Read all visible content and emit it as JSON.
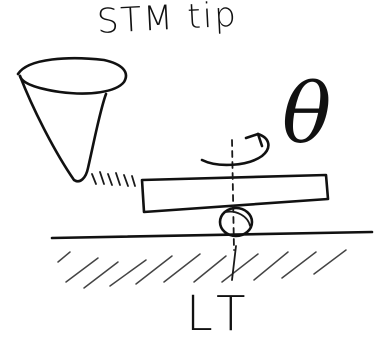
{
  "labels": {
    "tip": "STM tip",
    "angle": "θ",
    "substrate": "LT"
  }
}
